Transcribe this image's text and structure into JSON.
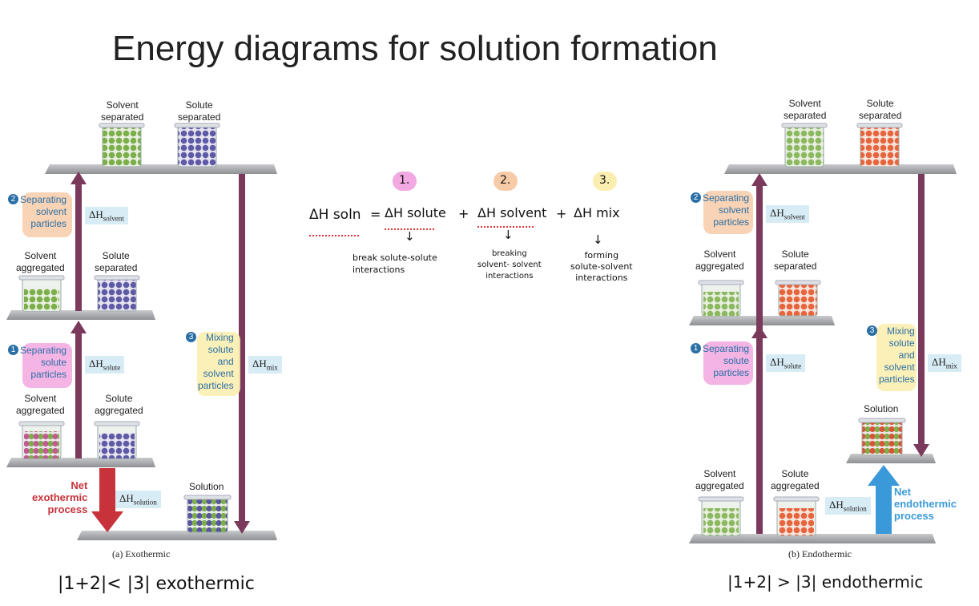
{
  "title": "Energy diagrams for solution formation",
  "left_diagram": {
    "labels": {
      "solvent_separated": "Solvent\nseparated",
      "solute_separated_top": "Solute\nseparated",
      "solvent_aggregated_mid": "Solvent\naggregated",
      "solute_separated_mid": "Solute\nseparated",
      "solvent_aggregated_low": "Solvent\naggregated",
      "solute_aggregated_low": "Solute\naggregated",
      "solution": "Solution"
    },
    "step1": "Separating\nsolute\nparticles",
    "step2": "Separating\nsolvent\nparticles",
    "step3": "Mixing\nsolute\nand\nsolvent\nparticles",
    "step1_num": "1",
    "step2_num": "2",
    "step3_num": "3",
    "dh_solvent": "ΔHsolvent",
    "dh_solute": "ΔHsolute",
    "dh_mix": "ΔHmix",
    "dh_solution": "ΔHsolution",
    "net": "Net\nexothermic\nprocess",
    "caption": "(a) Exothermic",
    "handwritten_rule": "|1+2|< |3| exothermic"
  },
  "right_diagram": {
    "labels": {
      "solvent_separated": "Solvent\nseparated",
      "solute_separated_top": "Solute\nseparated",
      "solvent_aggregated_mid": "Solvent\naggregated",
      "solute_separated_mid": "Solute\nseparated",
      "solution": "Solution",
      "solvent_aggregated_low": "Solvent\naggregated",
      "solute_aggregated_low": "Solute\naggregated"
    },
    "step1": "Separating\nsolute\nparticles",
    "step2": "Separating\nsolvent\nparticles",
    "step3": "Mixing\nsolute\nand\nsolvent\nparticles",
    "step1_num": "1",
    "step2_num": "2",
    "step3_num": "3",
    "dh_solvent": "ΔHsolvent",
    "dh_solute": "ΔHsolute",
    "dh_mix": "ΔHmix",
    "dh_solution": "ΔHsolution",
    "net": "Net\nendothermic\nprocess",
    "caption": "(b) Endothermic",
    "handwritten_rule": "|1+2| > |3| endothermic"
  },
  "equation": {
    "lhs": "ΔH soln",
    "eq": "=",
    "term1": "ΔH solute",
    "term2": "ΔH solvent",
    "term3": "ΔH mix",
    "plus1": "+",
    "plus2": "+",
    "num1": "1.",
    "num2": "2.",
    "num3": "3.",
    "note1": "break solute-solute\ninteractions",
    "note2": "breaking\nsolvent- solvent\ninteractions",
    "note3": "forming\nsolute-solvent\ninteractions",
    "arrow": "↓"
  },
  "colors": {
    "arrow_purple": "#7b3a5c",
    "arrow_red": "#c8323a",
    "arrow_blue": "#3a9ad9",
    "platform": "#9a9ca0",
    "highlight_pink": "#f2a8e0",
    "highlight_peach": "#f7cba8",
    "highlight_yellow": "#fbeeb0",
    "box_blue": "#d7ecf5",
    "step_blue": "#2a6fa6"
  }
}
